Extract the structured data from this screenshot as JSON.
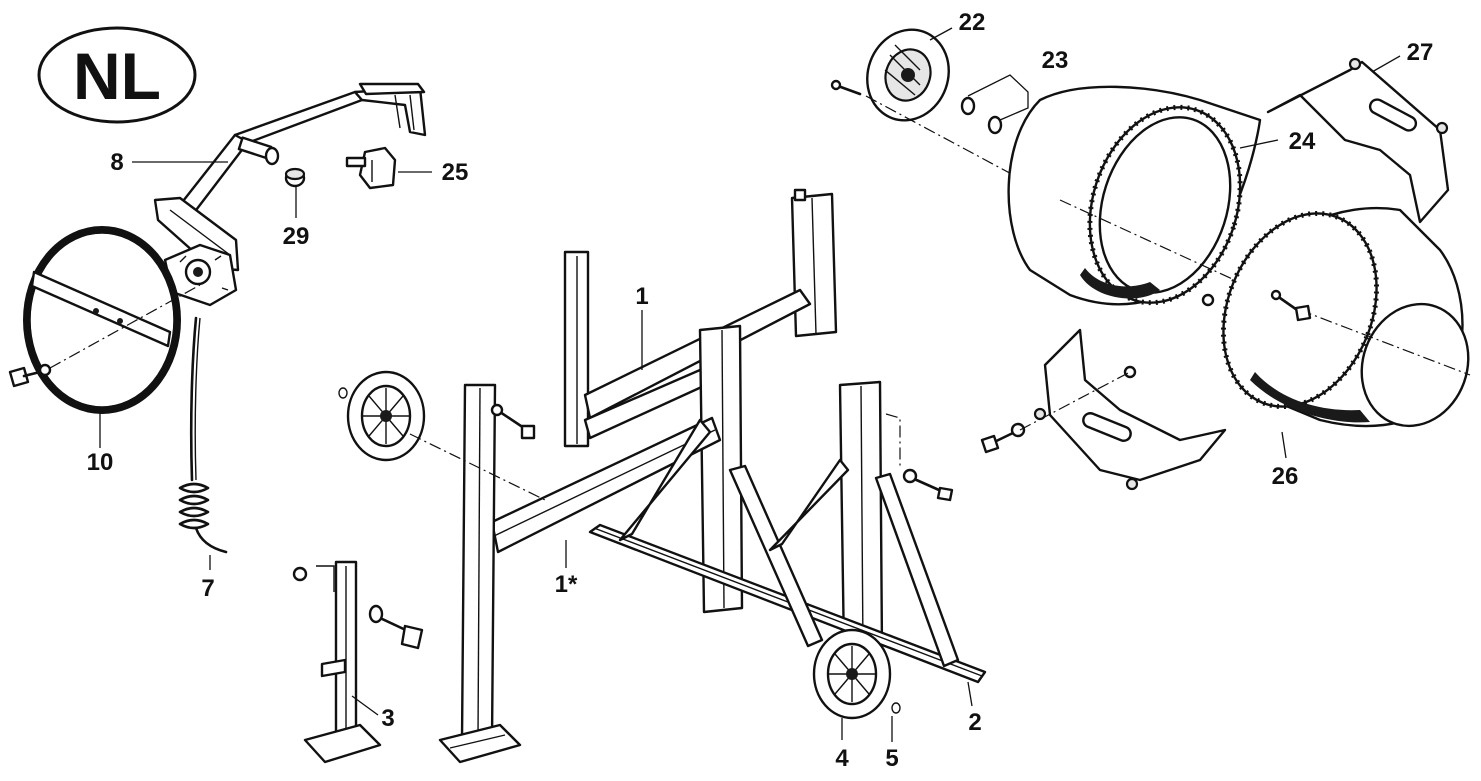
{
  "badge": {
    "text": "NL"
  },
  "parts": [
    {
      "id": "p1",
      "label": "1",
      "name": "frame-upper"
    },
    {
      "id": "p1s",
      "label": "1*",
      "name": "frame-lower"
    },
    {
      "id": "p2",
      "label": "2",
      "name": "base-rail"
    },
    {
      "id": "p3",
      "label": "3",
      "name": "front-leg"
    },
    {
      "id": "p4",
      "label": "4",
      "name": "wheel"
    },
    {
      "id": "p5",
      "label": "5",
      "name": "wheel-clip"
    },
    {
      "id": "p7",
      "label": "7",
      "name": "spring-pin"
    },
    {
      "id": "p8",
      "label": "8",
      "name": "tilt-arm"
    },
    {
      "id": "p10",
      "label": "10",
      "name": "handwheel"
    },
    {
      "id": "p22",
      "label": "22",
      "name": "drum-flange"
    },
    {
      "id": "p23",
      "label": "23",
      "name": "bushings"
    },
    {
      "id": "p24",
      "label": "24",
      "name": "drum-rear"
    },
    {
      "id": "p25",
      "label": "25",
      "name": "clamp"
    },
    {
      "id": "p26",
      "label": "26",
      "name": "drum-front"
    },
    {
      "id": "p27",
      "label": "27",
      "name": "support-bracket"
    },
    {
      "id": "p29",
      "label": "29",
      "name": "cap"
    }
  ]
}
